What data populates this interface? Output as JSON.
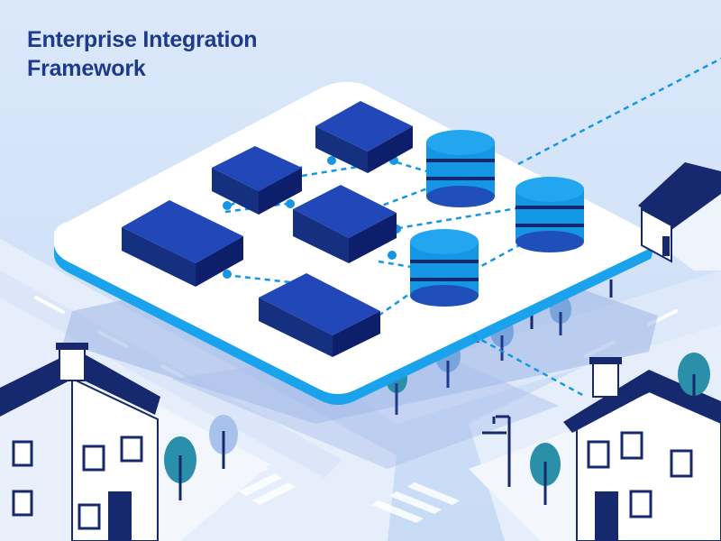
{
  "title": {
    "line1": "Enterprise Integration",
    "line2": "Framework"
  },
  "colors": {
    "background": "#cfe0f7",
    "platform": "#ffffff",
    "platform_edge": "#1aa3ec",
    "block_top": "#2147b8",
    "block_side": "#0d1f6b",
    "database": "#1596e4",
    "house_roof": "#16286e",
    "tree": "#2a8fa8",
    "connector": "#1596e4"
  },
  "icons": [
    "server-block",
    "database-cylinder",
    "house",
    "tree",
    "street-lamp"
  ]
}
